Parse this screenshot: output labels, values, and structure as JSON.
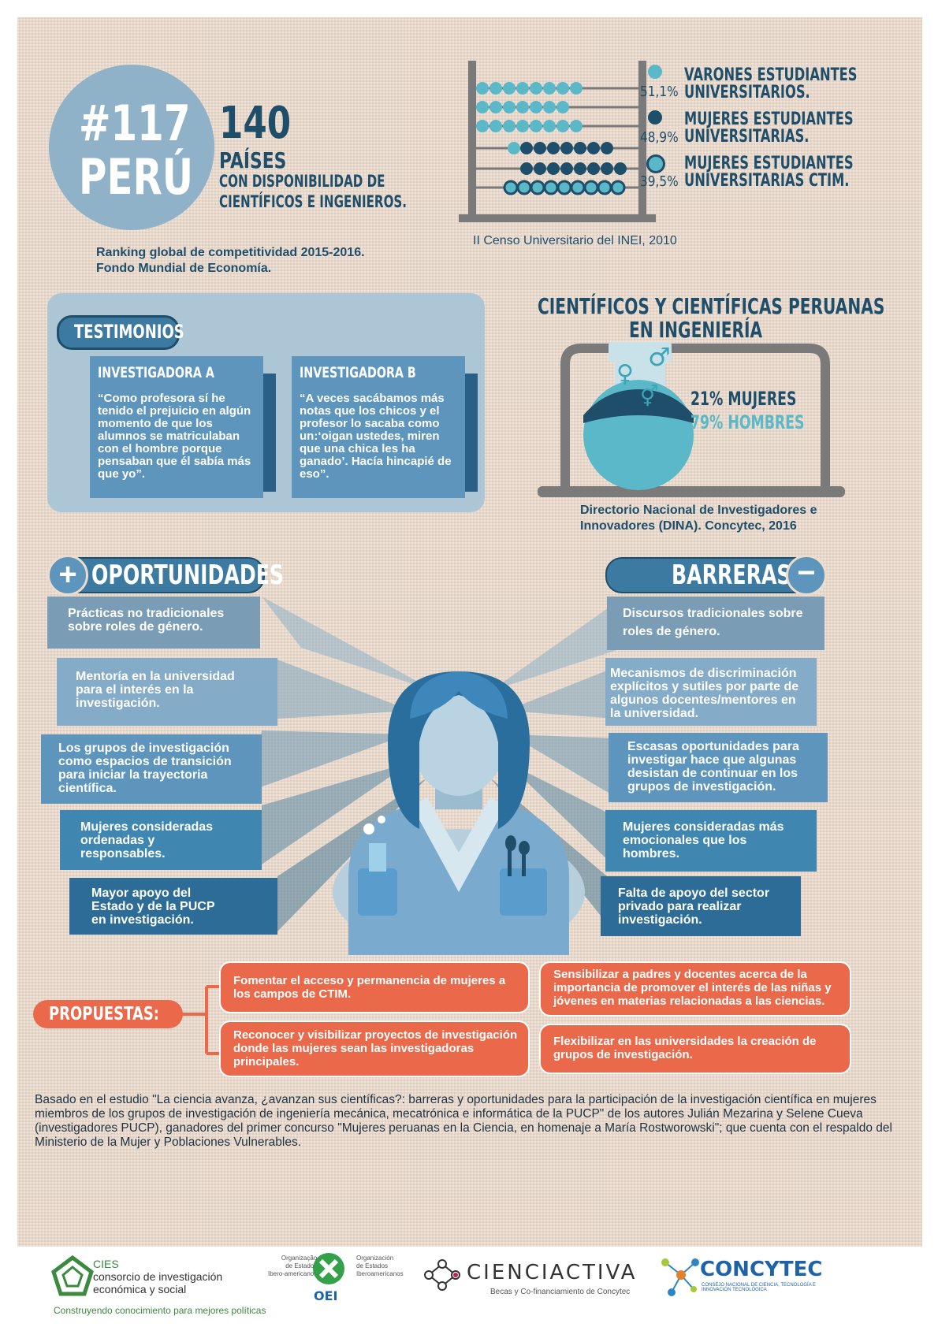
{
  "ranking": {
    "position": "#117",
    "country": "PERÚ",
    "total": "140",
    "total_label": "PAÍSES",
    "description_line1": "CON DISPONIBILIDAD DE",
    "description_line2": "CIENTÍFICOS E INGENIEROS.",
    "source_line1": "Ranking global de competitividad 2015-2016.",
    "source_line2": "Fondo Mundial de Economía."
  },
  "census": {
    "source": "II Censo Universitario del INEI, 2010",
    "legend": [
      {
        "percent": "51,1%",
        "line1": "VARONES ESTUDIANTES",
        "line2": "UNIVERSITARIOS.",
        "color": "#5ab8c8",
        "style": "solid"
      },
      {
        "percent": "48,9%",
        "line1": "MUJERES ESTUDIANTES",
        "line2": "UNIVERSITARIAS.",
        "color": "#1f4e6a",
        "style": "solid"
      },
      {
        "percent": "39,5%",
        "line1": "MUJERES  ESTUDIANTES",
        "line2": "UNIVERSITARIAS CTIM.",
        "color": "#1f4e6a",
        "style": "ring"
      }
    ]
  },
  "testimonials": {
    "label": "TESTIMONIOS",
    "a": {
      "title": "INVESTIGADORA  A",
      "lines": [
        "“Como profesora sí he",
        "tenido el prejuicio en algún",
        "momento de que los",
        "alumnos se matriculaban",
        "con el hombre porque",
        "pensaban que él sabía más",
        "que yo”."
      ]
    },
    "b": {
      "title": "INVESTIGADORA  B",
      "lines": [
        "“A veces sacábamos más",
        "notas que los chicos y el",
        "profesor lo sacaba como",
        "un:‘oigan ustedes, miren",
        "que una chica les ha",
        "ganado’. Hacía hincapié de",
        "eso”."
      ]
    }
  },
  "scientists": {
    "title_line1": "CIENTÍFICOS Y CIENTÍFICAS PERUANAS",
    "title_line2": "EN INGENIERÍA",
    "women": "21% MUJERES",
    "men": "79% HOMBRES",
    "women_share": 0.21,
    "source_line1": "Directorio Nacional de Investigadores e",
    "source_line2": "Innovadores (DINA). Concytec, 2016"
  },
  "opportunities": {
    "label": "OPORTUNIDADES",
    "icon": "plus-icon",
    "items": [
      [
        "Prácticas no tradicionales",
        "sobre roles de género."
      ],
      [
        "Mentoría en la universidad",
        "para el interés en la",
        "investigación."
      ],
      [
        "Los grupos de investigación",
        "como espacios de transición",
        "para iniciar la trayectoria",
        "científica."
      ],
      [
        "Mujeres consideradas",
        "ordenadas y",
        "responsables."
      ],
      [
        "Mayor apoyo del",
        "Estado y de la PUCP",
        "en investigación."
      ]
    ]
  },
  "barriers": {
    "label": "BARRERAS",
    "icon": "minus-icon",
    "items": [
      [
        "Discursos tradicionales sobre",
        "roles de género."
      ],
      [
        "Mecanismos  de discriminación",
        "explícitos y sutiles por parte de",
        "algunos docentes/mentores en",
        "la universidad."
      ],
      [
        "Escasas oportunidades para",
        "investigar hace que algunas",
        "desistan de continuar en los",
        "grupos de investigación."
      ],
      [
        "Mujeres consideradas más",
        "emocionales que los",
        "hombres."
      ],
      [
        "Falta de apoyo del sector",
        "privado para realizar",
        "investigación."
      ]
    ]
  },
  "proposals": {
    "label": "PROPUESTAS:",
    "items": [
      [
        "Fomentar el acceso y permanencia de mujeres a",
        "los campos de CTIM."
      ],
      [
        "Sensibilizar a padres y docentes acerca de la",
        "importancia de promover el interés de las niñas y",
        "jóvenes en materias relacionadas a las ciencias."
      ],
      [
        "Reconocer y visibilizar proyectos de investigación",
        "donde las mujeres sean las investigadoras",
        "principales."
      ],
      [
        "Flexibilizar en las universidades la creación de",
        "grupos de investigación."
      ]
    ]
  },
  "footer": {
    "text": "Basado en el estudio \"La ciencia avanza, ¿avanzan sus científicas?: barreras y oportunidades para la participación de la investigación científica en mujeres miembros de los grupos de investigación de ingeniería mecánica, mecatrónica e informática de la PUCP\" de los autores Julián Mezarina y Selene Cueva (investigadores PUCP), ganadores del primer concurso \"Mujeres peruanas en la Ciencia, en homenaje a María Rostworowski\"; que cuenta con el respaldo del Ministerio de la Mujer y Poblaciones Vulnerables."
  },
  "logos": {
    "cies": {
      "name": "CIES",
      "line1": "consorcio de investigación",
      "line2": "económica y social",
      "tagline": "Construyendo conocimiento para mejores políticas"
    },
    "oei": {
      "name": "OEI",
      "left1": "Organização",
      "left2": "de Estados",
      "left3": "Ibero-americanos",
      "right1": "Organización",
      "right2": "de Estados",
      "right3": "Iberoamericanos"
    },
    "cienciactiva": {
      "name": "CIENCIACTIVA",
      "tagline": "Becas y Co-financiamiento de Concytec"
    },
    "concytec": {
      "name": "CONCYTEC",
      "tagline": "CONSEJO NACIONAL DE CIENCIA, TECNOLOGÍA E INNOVACIÓN TECNOLÓGICA"
    }
  }
}
